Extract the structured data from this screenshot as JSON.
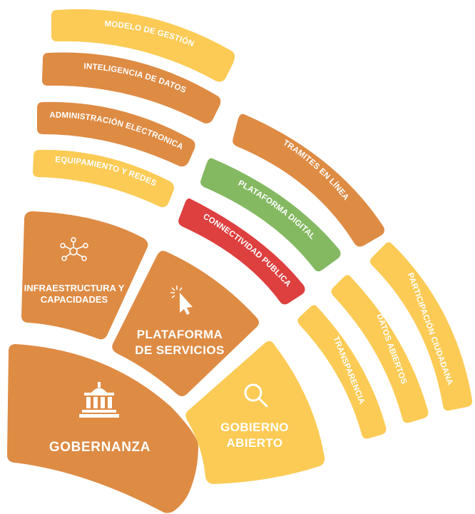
{
  "colors": {
    "orange": "#DE8B44",
    "yellow": "#FCCB55",
    "green": "#84B961",
    "red": "#DE3F3F",
    "text": "#FFFFFF"
  },
  "left_bands": [
    {
      "id": "modelo",
      "label": "MODELO DE GESTIÓN",
      "color": "yellow"
    },
    {
      "id": "inteligencia",
      "label": "INTELIGENCIA DE DATOS",
      "color": "orange"
    },
    {
      "id": "administracion",
      "label": "ADMINISTRACIÓN ELECTRONICA",
      "color": "orange"
    },
    {
      "id": "equipamiento",
      "label": "EQUIPAMIENTO Y REDES",
      "color": "yellow"
    }
  ],
  "middle_bands": [
    {
      "id": "tramites",
      "label": "TRAMITES EN LÍNEA",
      "color": "orange"
    },
    {
      "id": "plataforma-digital",
      "label": "PLATAFORMA DIGITAL",
      "color": "green"
    },
    {
      "id": "conectividad",
      "label": "CONNECTIVIDAD PUBLICA",
      "color": "red"
    }
  ],
  "right_bands": [
    {
      "id": "participacion",
      "label": "PARTICIPACIÓN CIUDADANA",
      "color": "yellow"
    },
    {
      "id": "datos-abiertos",
      "label": "DATOS ABIERTOS",
      "color": "yellow"
    },
    {
      "id": "transparencia",
      "label": "TRANSPARENCIA",
      "color": "yellow"
    }
  ],
  "blocks": {
    "infraestructura": {
      "line1": "INFRAESTRUCTURA Y",
      "line2": "CAPACIDADES",
      "icon": "network-icon",
      "color": "orange"
    },
    "plataforma_servicios": {
      "line1": "PLATAFORMA",
      "line2": "DE SERVICIOS",
      "icon": "cursor-click-icon",
      "color": "orange"
    },
    "gobernanza": {
      "label": "GOBERNANZA",
      "icon": "government-building-icon",
      "color": "orange"
    },
    "gobierno_abierto": {
      "line1": "GOBIERNO",
      "line2": "ABIERTO",
      "icon": "magnifier-icon",
      "color": "yellow"
    }
  }
}
